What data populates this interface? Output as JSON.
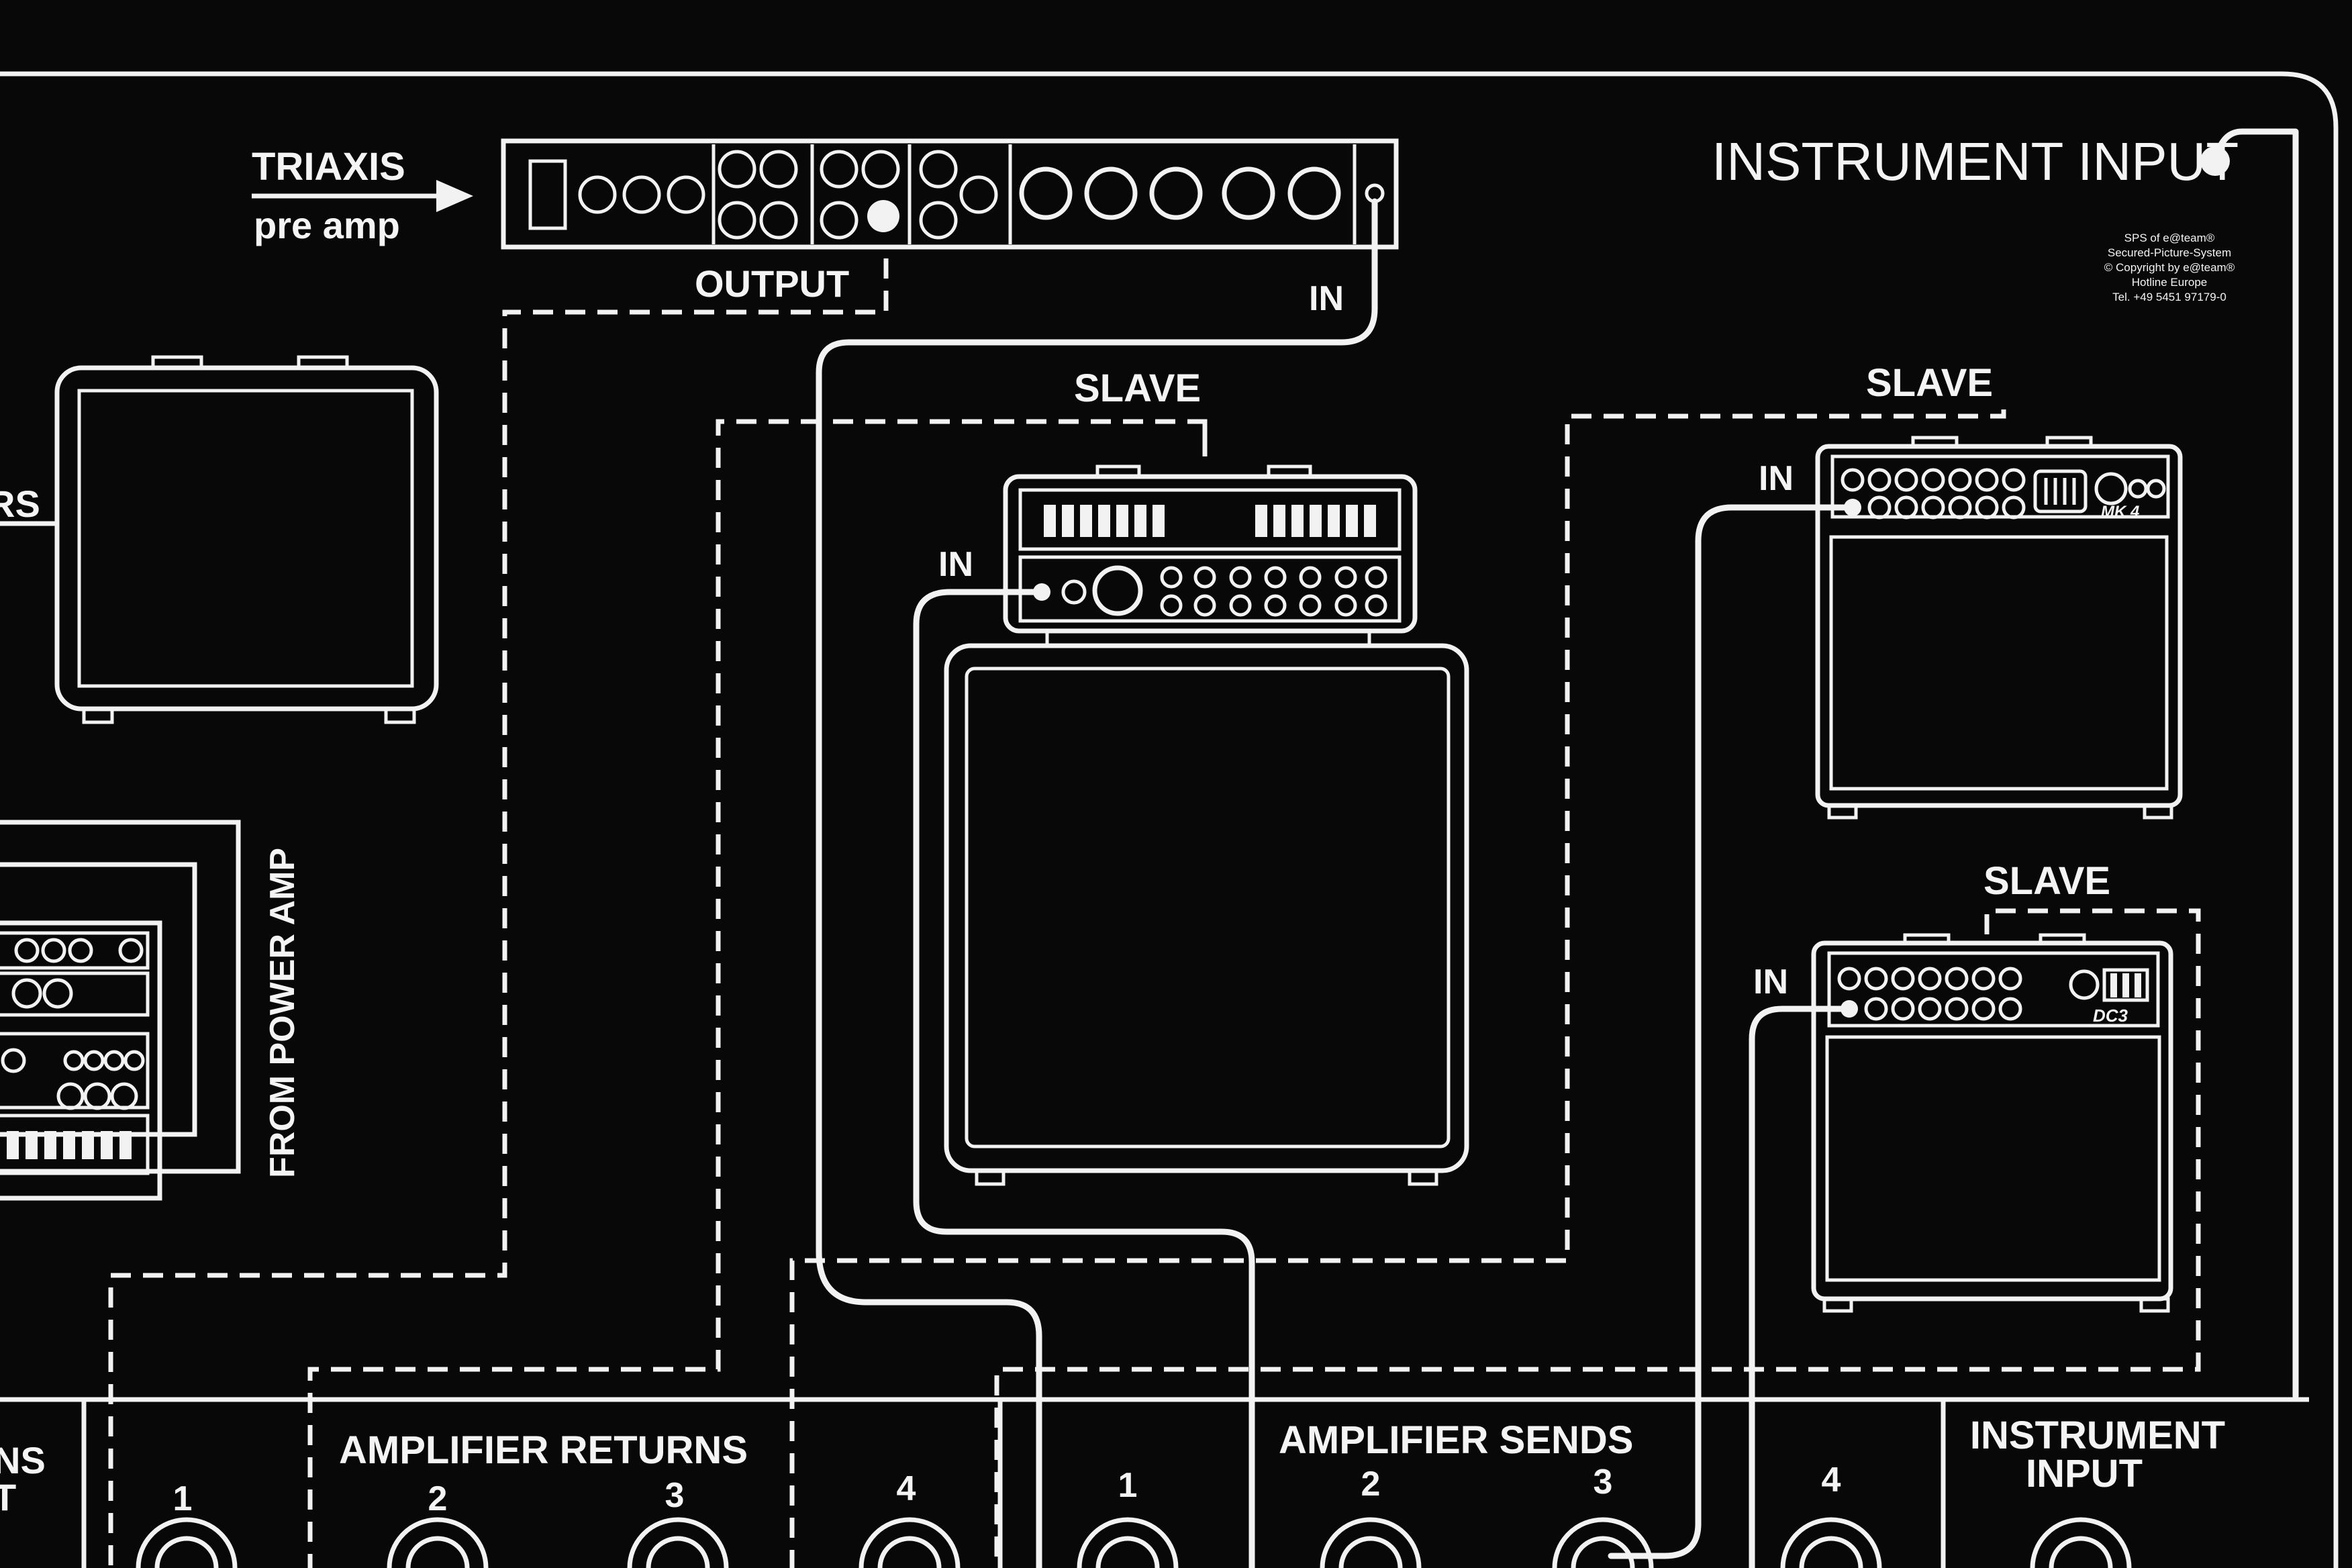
{
  "preamp": {
    "name": "TRIAXIS",
    "type": "pre amp",
    "output_label": "OUTPUT",
    "in_label": "IN"
  },
  "instrument_input": {
    "label": "INSTRUMENT INPUT"
  },
  "copyright": {
    "lines": [
      "SPS of e@team®",
      "Secured-Picture-System",
      "© Copyright by e@team®",
      "Hotline Europe",
      "Tel. +49 5451 97179-0"
    ]
  },
  "left_amp": {
    "label_fragment": "RS"
  },
  "power_amp": {
    "label": "FROM POWER AMP"
  },
  "center_amp": {
    "slave_label": "SLAVE",
    "in_label": "IN"
  },
  "right_top_amp": {
    "slave_label": "SLAVE",
    "in_label": "IN",
    "model": "MK 4"
  },
  "right_bottom_amp": {
    "slave_label": "SLAVE",
    "in_label": "IN",
    "model": "DC3"
  },
  "bottom_panel": {
    "left_fragment": [
      "NS",
      "T"
    ],
    "returns": {
      "label": "AMPLIFIER RETURNS",
      "jacks": [
        "1",
        "2",
        "3",
        "4"
      ]
    },
    "sends": {
      "label": "AMPLIFIER SENDS",
      "jacks": [
        "1",
        "2",
        "3",
        "4"
      ]
    },
    "instrument": {
      "line1": "INSTRUMENT",
      "line2": "INPUT"
    }
  }
}
